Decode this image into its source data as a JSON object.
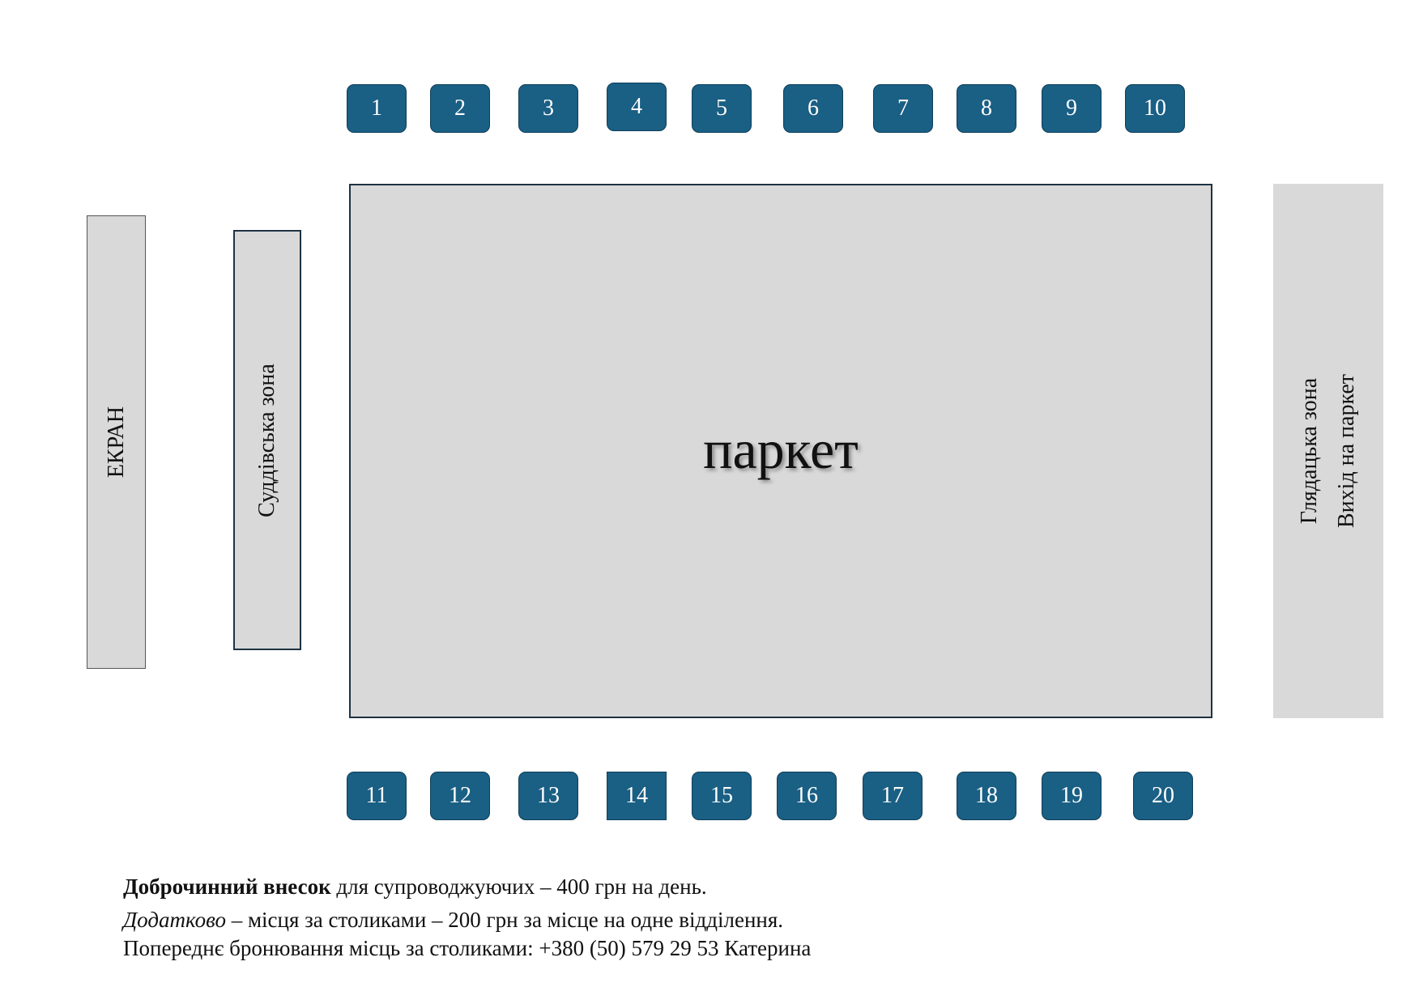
{
  "tables_top": [
    {
      "label": "1",
      "shape": "rounded"
    },
    {
      "label": "2",
      "shape": "rounded"
    },
    {
      "label": "3",
      "shape": "rounded"
    },
    {
      "label": "4",
      "shape": "rounded"
    },
    {
      "label": "5",
      "shape": "rounded"
    },
    {
      "label": "6",
      "shape": "rounded"
    },
    {
      "label": "7",
      "shape": "rounded"
    },
    {
      "label": "8",
      "shape": "rounded"
    },
    {
      "label": "9",
      "shape": "rounded"
    },
    {
      "label": "10",
      "shape": "rounded"
    }
  ],
  "tables_bottom": [
    {
      "label": "11",
      "shape": "rounded"
    },
    {
      "label": "12",
      "shape": "rounded"
    },
    {
      "label": "13",
      "shape": "rounded"
    },
    {
      "label": "14",
      "shape": "square"
    },
    {
      "label": "15",
      "shape": "rounded"
    },
    {
      "label": "16",
      "shape": "rounded"
    },
    {
      "label": "17",
      "shape": "rounded"
    },
    {
      "label": "18",
      "shape": "rounded"
    },
    {
      "label": "19",
      "shape": "rounded"
    },
    {
      "label": "20",
      "shape": "rounded"
    }
  ],
  "zones": {
    "parquet": "паркет",
    "screen": "ЕКРАН",
    "judges": "Суддівська зона",
    "spectators_line1": "Глядацька зона",
    "spectators_line2": "Вихід на паркет"
  },
  "notes": {
    "line1_bold": "Доброчинний внесок",
    "line1_rest": " для супроводжуючих – 400 грн на день.",
    "line2_italic": "Додатково",
    "line2_rest": " – місця за столиками – 200 грн за місце на одне відділення.",
    "line3": "Попереднє бронювання місць за столиками: +380 (50) 579 29 53 Катерина"
  },
  "colors": {
    "table_fill": "#1a5f84",
    "zone_fill": "#d9d9d9",
    "zone_border": "#1e3344"
  }
}
